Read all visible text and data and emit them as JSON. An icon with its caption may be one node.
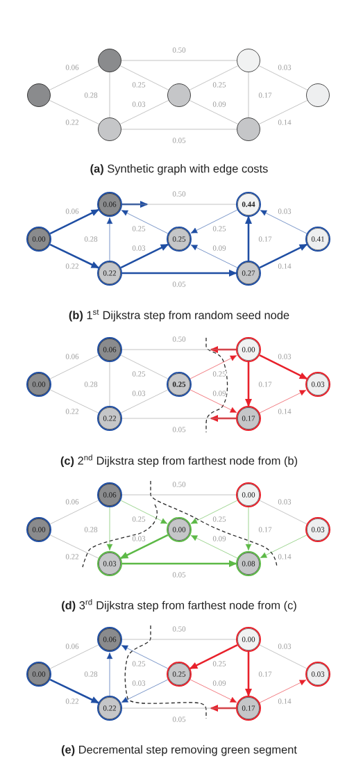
{
  "diagram": {
    "nodes": [
      {
        "text": [],
        "shape": "circle"
      },
      {
        "text": [],
        "shape": "circle"
      },
      {
        "text": [],
        "shape": "circle"
      },
      {
        "text": [],
        "shape": "circle"
      },
      {
        "text": [],
        "shape": "circle"
      },
      {
        "text": [],
        "shape": "circle"
      },
      {
        "text": [],
        "shape": "circle"
      },
      {
        "text": [
          "0.00"
        ]
      },
      {
        "text": [
          "0.06"
        ]
      },
      {
        "text": [
          "0.22"
        ]
      },
      {
        "text": [
          "0.25"
        ]
      },
      {
        "text": [
          "0.44"
        ]
      },
      {
        "text": [
          "0.27"
        ]
      },
      {
        "text": [
          "0.41"
        ]
      },
      {
        "text": [
          "0.00"
        ]
      },
      {
        "text": [
          "0.06"
        ]
      },
      {
        "text": [
          "0.22"
        ]
      },
      {
        "text": [
          "0.25"
        ]
      },
      {
        "text": [
          "0.00"
        ]
      },
      {
        "text": [
          "0.17"
        ]
      },
      {
        "text": [
          "0.03"
        ]
      },
      {
        "text": [
          "0.00"
        ]
      },
      {
        "text": [
          "0.06"
        ]
      },
      {
        "text": [
          "0.03"
        ]
      },
      {
        "text": [
          "0.00"
        ]
      },
      {
        "text": [
          "0.00"
        ]
      },
      {
        "text": [
          "0.08"
        ]
      },
      {
        "text": [
          "0.03"
        ]
      },
      {
        "text": [
          "0.00"
        ]
      },
      {
        "text": [
          "0.06"
        ]
      },
      {
        "text": [
          "0.22"
        ]
      },
      {
        "text": [
          "0.25"
        ]
      },
      {
        "text": [
          "0.00"
        ]
      },
      {
        "text": [
          "0.17"
        ]
      },
      {
        "text": [
          "0.03"
        ]
      }
    ],
    "edges": [
      {
        "from": 0,
        "to": 1,
        "arrow": "none",
        "label": "0.06"
      },
      {
        "from": 0,
        "to": 2,
        "arrow": "none",
        "label": "0.22"
      },
      {
        "from": 1,
        "to": 2,
        "arrow": "none",
        "label": "0.28"
      },
      {
        "from": 1,
        "to": 3,
        "arrow": "none",
        "label": "0.25"
      },
      {
        "from": 1,
        "to": 4,
        "arrow": "none",
        "label": "0.50"
      },
      {
        "from": 2,
        "to": 3,
        "arrow": "none",
        "label": "0.03"
      },
      {
        "from": 2,
        "to": 5,
        "arrow": "none",
        "label": "0.05"
      },
      {
        "from": 3,
        "to": 4,
        "arrow": "none",
        "label": "0.25"
      },
      {
        "from": 3,
        "to": 5,
        "arrow": "none",
        "label": "0.09"
      },
      {
        "from": 4,
        "to": 5,
        "arrow": "none",
        "label": "0.17"
      },
      {
        "from": 4,
        "to": 6,
        "arrow": "none",
        "label": "0.03"
      },
      {
        "from": 5,
        "to": 6,
        "arrow": "none",
        "label": "0.14"
      },
      {
        "from": 7,
        "to": 8,
        "arrow": "to",
        "label": "0.06",
        "style": "thick",
        "color": "#1f4ea3"
      },
      {
        "from": 7,
        "to": 9,
        "arrow": "to",
        "label": "0.22",
        "style": "thick",
        "color": "#1f4ea3"
      },
      {
        "from": 9,
        "to": 8,
        "arrow": "to",
        "label": "0.28",
        "color": "#1f4ea3"
      },
      {
        "from": 10,
        "to": 8,
        "arrow": "to",
        "label": "0.25",
        "color": "#1f4ea3"
      },
      {
        "from": 8,
        "to": null,
        "arrow": "to",
        "style": "thick",
        "color": "#1f4ea3"
      },
      {
        "from": 8,
        "to": 11,
        "arrow": "none",
        "label": "0.50"
      },
      {
        "from": 9,
        "to": 10,
        "arrow": "to",
        "label": "0.03",
        "style": "thick",
        "color": "#1f4ea3"
      },
      {
        "from": 9,
        "to": 12,
        "arrow": "to",
        "label": "0.05",
        "style": "thick",
        "color": "#1f4ea3"
      },
      {
        "from": 11,
        "to": 10,
        "arrow": "to",
        "label": "0.25",
        "color": "#1f4ea3"
      },
      {
        "from": 12,
        "to": 10,
        "arrow": "to",
        "label": "0.09",
        "color": "#1f4ea3"
      },
      {
        "from": 12,
        "to": 11,
        "arrow": "to",
        "label": "0.17",
        "style": "thick",
        "color": "#1f4ea3"
      },
      {
        "from": 13,
        "to": 11,
        "arrow": "to",
        "label": "0.03",
        "color": "#1f4ea3"
      },
      {
        "from": 12,
        "to": 13,
        "arrow": "to",
        "label": "0.14",
        "style": "thick",
        "color": "#1f4ea3"
      },
      {
        "from": 14,
        "to": 15,
        "arrow": "none",
        "label": "0.06"
      },
      {
        "from": 14,
        "to": 16,
        "arrow": "none",
        "label": "0.22"
      },
      {
        "from": 15,
        "to": 16,
        "arrow": "none",
        "label": "0.28"
      },
      {
        "from": 15,
        "to": 17,
        "arrow": "none",
        "label": "0.25"
      },
      {
        "from": 18,
        "to": null,
        "arrow": "to",
        "style": "thick",
        "color": "#e8212b"
      },
      {
        "from": 18,
        "to": 15,
        "arrow": "none",
        "label": "0.50"
      },
      {
        "from": 16,
        "to": 17,
        "arrow": "none",
        "label": "0.03"
      },
      {
        "from": 19,
        "to": null,
        "arrow": "to",
        "style": "thick",
        "color": "#e8212b"
      },
      {
        "from": 19,
        "to": 16,
        "arrow": "none",
        "label": "0.05"
      },
      {
        "from": 17,
        "to": 18,
        "arrow": "to",
        "label": "0.25",
        "color": "#e8212b"
      },
      {
        "from": 17,
        "to": 19,
        "arrow": "to",
        "label": "0.09",
        "color": "#e8212b"
      },
      {
        "from": 18,
        "to": 19,
        "arrow": "to",
        "label": "0.17",
        "style": "thick",
        "color": "#e8212b"
      },
      {
        "from": 18,
        "to": 20,
        "arrow": "to",
        "label": "0.03",
        "style": "thick",
        "color": "#e8212b"
      },
      {
        "from": 19,
        "to": 20,
        "arrow": "to",
        "label": "0.14",
        "color": "#e8212b"
      },
      {
        "from": 21,
        "to": 22,
        "arrow": "none",
        "label": "0.06"
      },
      {
        "from": 21,
        "to": 23,
        "arrow": "none",
        "label": "0.22"
      },
      {
        "from": 22,
        "to": 23,
        "arrow": "to",
        "label": "0.28",
        "color": "#5cb946"
      },
      {
        "from": 22,
        "to": 24,
        "arrow": "to",
        "label": "0.25",
        "color": "#5cb946"
      },
      {
        "from": 22,
        "to": 25,
        "arrow": "none",
        "label": "0.50"
      },
      {
        "from": 24,
        "to": 23,
        "arrow": "to",
        "label": "0.03",
        "style": "thick",
        "color": "#5cb946"
      },
      {
        "from": 23,
        "to": 26,
        "arrow": "to",
        "label": "0.05",
        "style": "thick",
        "color": "#5cb946"
      },
      {
        "from": 25,
        "to": 24,
        "arrow": "to",
        "label": "0.25",
        "color": "#5cb946"
      },
      {
        "from": 26,
        "to": 24,
        "arrow": "to",
        "label": "0.09",
        "color": "#5cb946"
      },
      {
        "from": 25,
        "to": 26,
        "arrow": "to",
        "label": "0.17",
        "color": "#5cb946"
      },
      {
        "from": 25,
        "to": 27,
        "arrow": "none",
        "label": "0.03"
      },
      {
        "from": 27,
        "to": 26,
        "arrow": "to",
        "label": "0.14",
        "color": "#5cb946"
      },
      {
        "from": 28,
        "to": 29,
        "arrow": "none",
        "label": "0.06"
      },
      {
        "from": 28,
        "to": 30,
        "arrow": "to",
        "label": "0.22",
        "style": "thick",
        "color": "#1f4ea3"
      },
      {
        "from": 30,
        "to": 29,
        "arrow": "to",
        "label": "0.28",
        "color": "#1f4ea3"
      },
      {
        "from": 31,
        "to": 29,
        "arrow": "to",
        "label": "0.25",
        "color": "#1f4ea3"
      },
      {
        "from": 29,
        "to": 32,
        "arrow": "none",
        "label": "0.50"
      },
      {
        "from": 31,
        "to": 30,
        "arrow": "to",
        "label": "0.03",
        "color": "#1f4ea3"
      },
      {
        "from": 33,
        "to": null,
        "arrow": "to",
        "style": "thick",
        "color": "#e8212b"
      },
      {
        "from": 33,
        "to": 30,
        "arrow": "none",
        "label": "0.05"
      },
      {
        "from": 32,
        "to": 31,
        "arrow": "to",
        "label": "0.25",
        "style": "thick",
        "color": "#e8212b"
      },
      {
        "from": 31,
        "to": 33,
        "arrow": "to",
        "label": "0.09",
        "color": "#e8212b"
      },
      {
        "from": 32,
        "to": 33,
        "arrow": "to",
        "label": "0.17",
        "style": "thick",
        "color": "#e8212b"
      },
      {
        "from": 32,
        "to": 34,
        "arrow": "none",
        "label": "0.03"
      },
      {
        "from": 33,
        "to": 34,
        "arrow": "to",
        "label": "0.14",
        "color": "#e8212b"
      }
    ],
    "labels": [
      "**(a)** Synthetic graph with edge costs",
      "**(b)** 1$^{st}$ Dijkstra step from random seed node",
      "**(c)** 2$^{nd}$ Dijkstra step from farthest node from (b)",
      "**(d)** 3$^{rd}$ Dijkstra step from farthest node from (c)",
      "**(e)** Decremental step removing green segment"
    ]
  }
}
